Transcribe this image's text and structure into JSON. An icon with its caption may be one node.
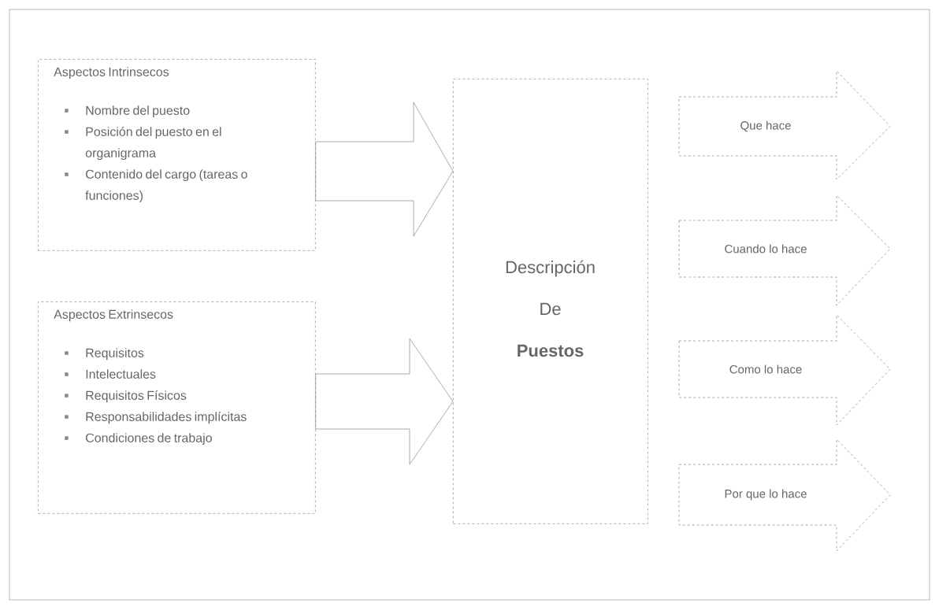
{
  "diagram": {
    "nodes": [
      {
        "text": [
          "Aspectos Intrinsecos",
          "Nombre del puesto",
          "Posición del puesto en el organigrama",
          "Contenido del cargo (tareas o funciones)"
        ]
      },
      {
        "text": [
          "Aspectos Extrinsecos",
          "Requisitos",
          "Intelectuales",
          "Requisitos Físicos",
          "Responsabilidades implícitas",
          "Condiciones de trabajo"
        ]
      },
      {
        "text": [
          "Descripción",
          "De",
          "Puestos"
        ]
      },
      {
        "text": [
          "Que hace"
        ]
      },
      {
        "text": [
          "Cuando lo hace"
        ]
      },
      {
        "text": [
          "Como lo hace"
        ]
      },
      {
        "text": [
          "Por que lo hace"
        ]
      }
    ],
    "edges": [
      {
        "from": 0,
        "to": 2,
        "arrow": "to"
      },
      {
        "from": 1,
        "to": 2,
        "arrow": "to"
      }
    ]
  }
}
